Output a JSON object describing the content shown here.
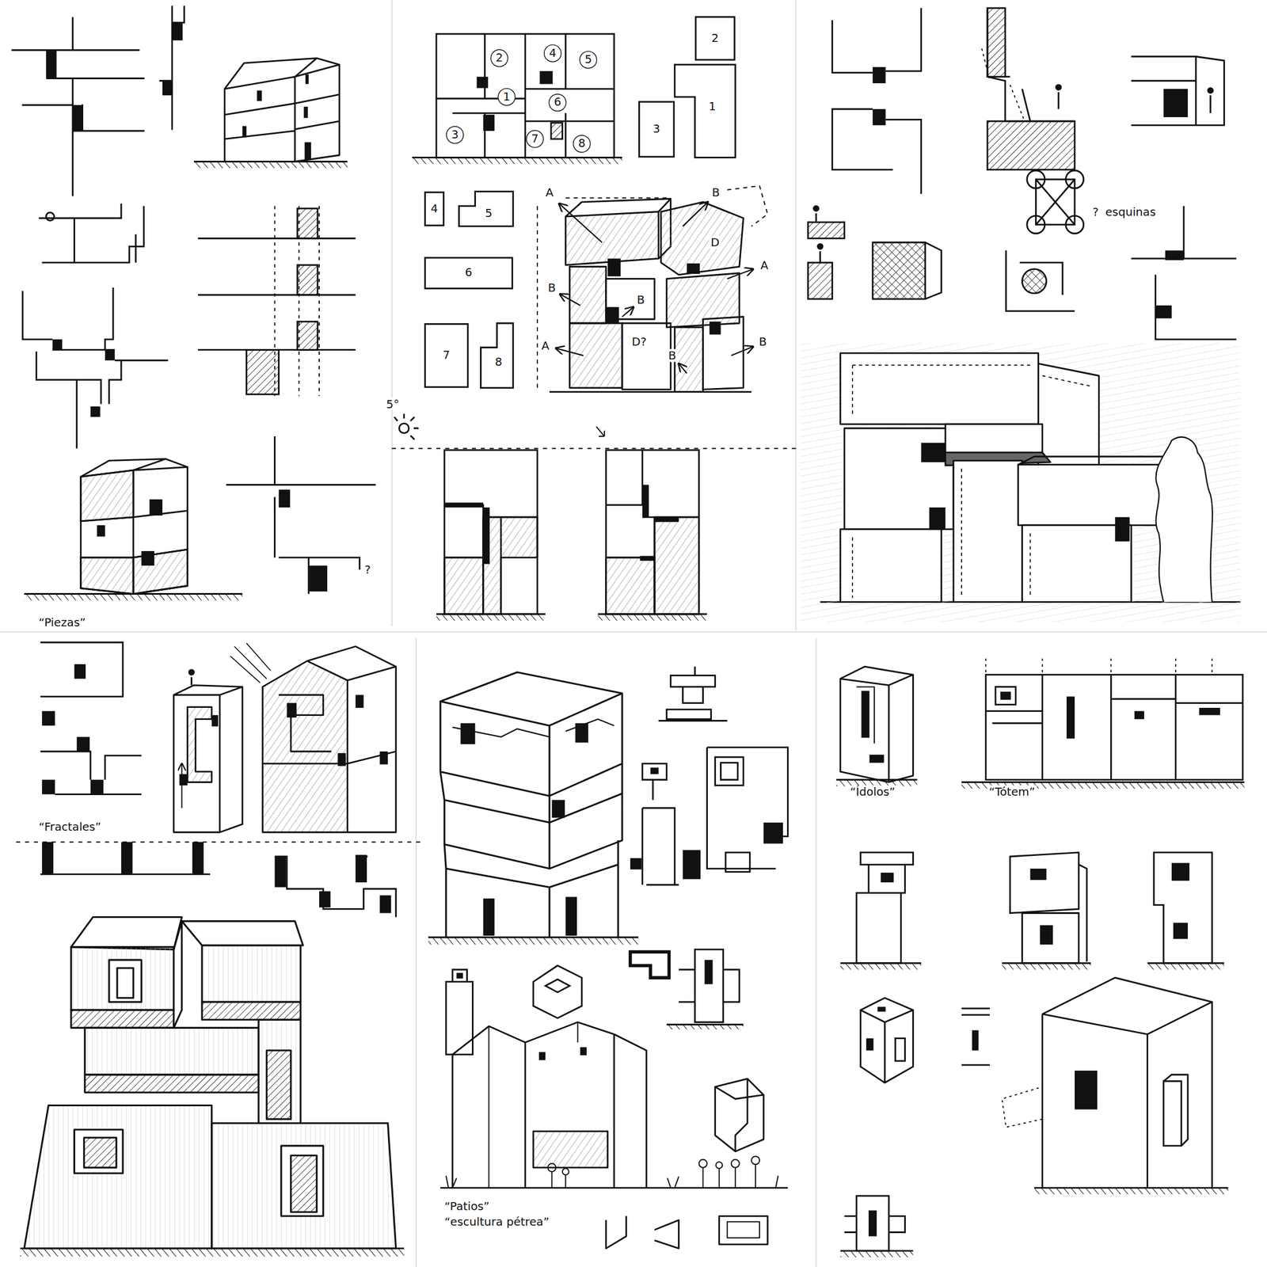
{
  "diagram": {
    "nodes": [
      {
        "text": [
          "2"
        ]
      },
      {
        "text": [
          "4"
        ]
      },
      {
        "text": [
          "5"
        ]
      },
      {
        "text": [
          "1"
        ]
      },
      {
        "text": [
          "6"
        ]
      },
      {
        "text": [
          "3"
        ]
      },
      {
        "text": [
          "7"
        ]
      },
      {
        "text": [
          "8"
        ]
      },
      {
        "text": [
          "2"
        ]
      },
      {
        "text": [
          "1"
        ]
      },
      {
        "text": [
          "3"
        ]
      },
      {
        "text": [
          "4"
        ]
      },
      {
        "text": [
          "5"
        ]
      },
      {
        "text": [
          "6"
        ]
      },
      {
        "text": [
          "7"
        ]
      },
      {
        "text": [
          "8"
        ]
      }
    ],
    "labels": [
      "“Piezas”",
      "?",
      "A",
      "B",
      "D",
      "A",
      "B",
      "B",
      "A",
      "D?",
      "B",
      "B",
      "5°",
      "?",
      "esquinas",
      "“Fractales”",
      "“Ídolos”",
      "“Tótem”",
      "“Patios”",
      "“escultura pétrea”"
    ]
  }
}
